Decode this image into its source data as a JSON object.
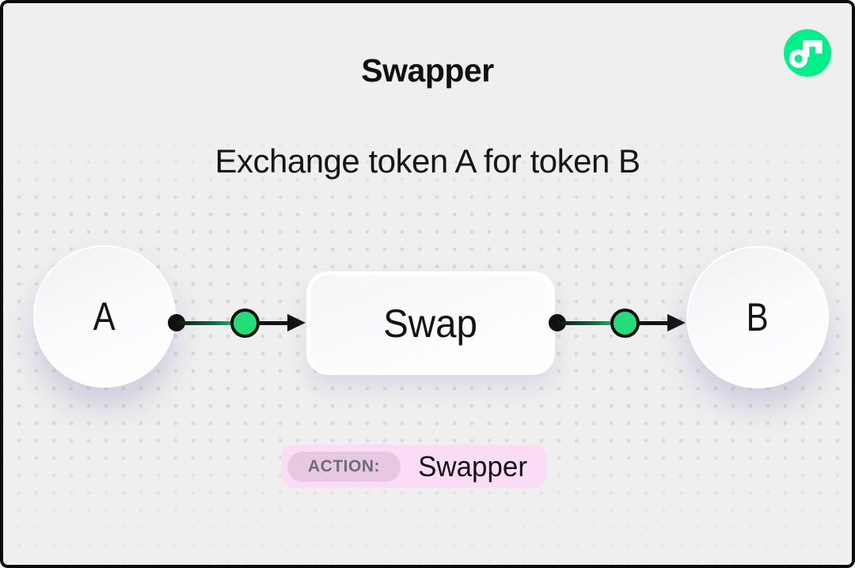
{
  "header": {
    "title": "Swapper",
    "subtitle": "Exchange token A for token B"
  },
  "logo": {
    "name": "flow-logo",
    "color": "#00EF8B"
  },
  "diagram": {
    "nodes": [
      {
        "id": "A",
        "label": "A",
        "type": "token-circle"
      },
      {
        "id": "swap",
        "label": "Swap",
        "type": "action-box"
      },
      {
        "id": "B",
        "label": "B",
        "type": "token-circle"
      }
    ],
    "edges": [
      {
        "from": "A",
        "to": "swap",
        "marker": "green-node-and-arrow"
      },
      {
        "from": "swap",
        "to": "B",
        "marker": "green-node-and-arrow"
      }
    ]
  },
  "action_badge": {
    "label": "ACTION:",
    "value": "Swapper"
  },
  "colors": {
    "bg": "#EFEFEF",
    "frame": "#0B0B0B",
    "ink": "#111111",
    "brand_green": "#00EF8B",
    "node_green": "#23DE77",
    "dot_grid": "#D8D8D8",
    "badge_bg": "#FADCF6",
    "badge_label_bg": "#E6C9E0",
    "badge_label_text": "#6F6B78"
  }
}
